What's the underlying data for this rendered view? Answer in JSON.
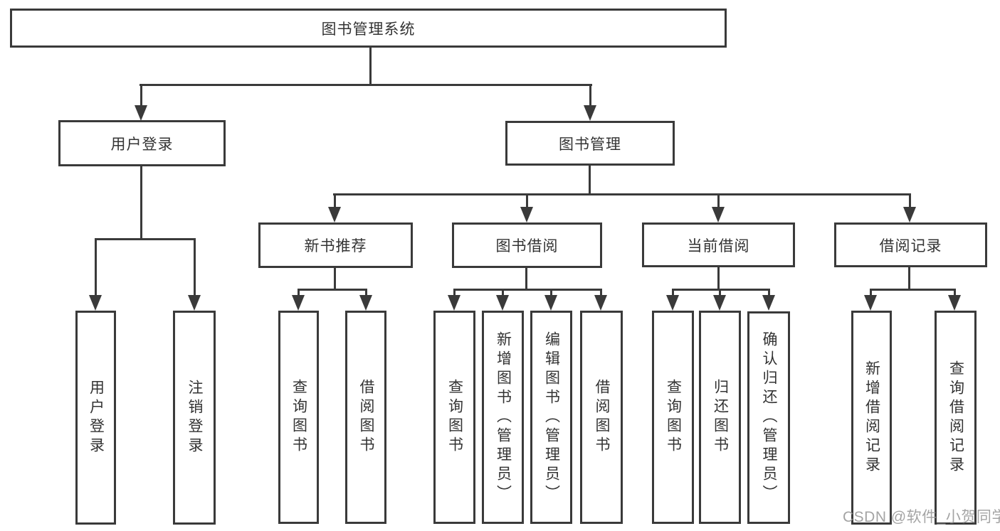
{
  "tree": {
    "root": {
      "label": "图书管理系统",
      "children": [
        {
          "label": "用户登录",
          "children": [
            {
              "label": "用户登录"
            },
            {
              "label": "注销登录"
            }
          ]
        },
        {
          "label": "图书管理",
          "children": [
            {
              "label": "新书推荐",
              "children": [
                {
                  "label": "查询图书"
                },
                {
                  "label": "借阅图书"
                }
              ]
            },
            {
              "label": "图书借阅",
              "children": [
                {
                  "label": "查询图书"
                },
                {
                  "label": "新增图书（管理员）"
                },
                {
                  "label": "编辑图书（管理员）"
                },
                {
                  "label": "借阅图书"
                }
              ]
            },
            {
              "label": "当前借阅",
              "children": [
                {
                  "label": "查询图书"
                },
                {
                  "label": "归还图书"
                },
                {
                  "label": "确认归还（管理员）"
                }
              ]
            },
            {
              "label": "借阅记录",
              "children": [
                {
                  "label": "新增借阅记录"
                },
                {
                  "label": "查询借阅记录"
                }
              ]
            }
          ]
        }
      ]
    }
  },
  "colors": {
    "line": "#3a3a3a",
    "text": "#333333",
    "watermark": "#9b9b9b",
    "background": "#ffffff"
  },
  "watermark": {
    "text": "CSDN @软件_小贺同学"
  }
}
